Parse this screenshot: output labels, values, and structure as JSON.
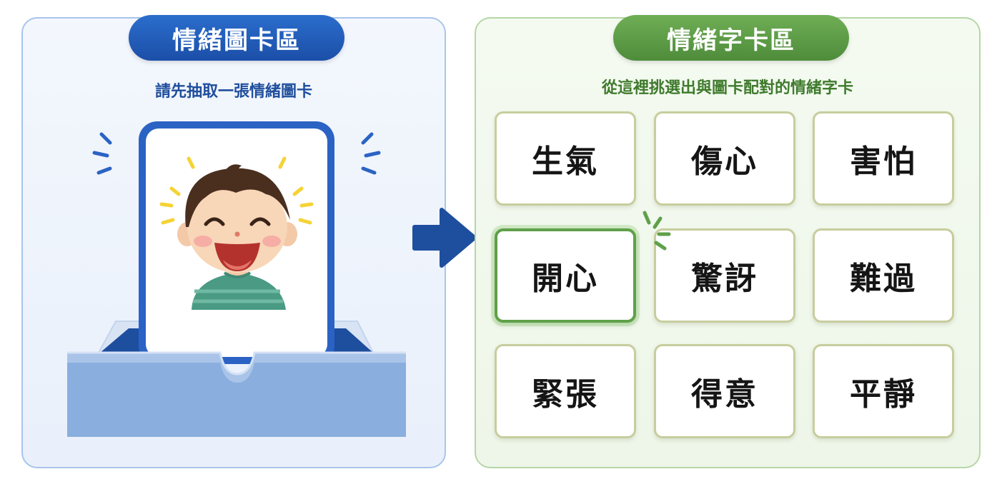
{
  "picture_zone": {
    "title": "情緒圖卡區",
    "instruction": "請先抽取一張情緒圖卡",
    "card_image": "happy-boy-face-icon"
  },
  "word_zone": {
    "title": "情緒字卡區",
    "instruction": "從這裡挑選出與圖卡配對的情緒字卡",
    "selected": "開心",
    "cards": [
      {
        "label": "生氣"
      },
      {
        "label": "傷心"
      },
      {
        "label": "害怕"
      },
      {
        "label": "開心"
      },
      {
        "label": "驚訝"
      },
      {
        "label": "難過"
      },
      {
        "label": "緊張"
      },
      {
        "label": "得意"
      },
      {
        "label": "平靜"
      }
    ]
  },
  "colors": {
    "blue_accent": "#1b4fa8",
    "green_accent": "#4e8c3b",
    "selected_border": "#5fa04a",
    "card_border": "#c7cd9d"
  }
}
